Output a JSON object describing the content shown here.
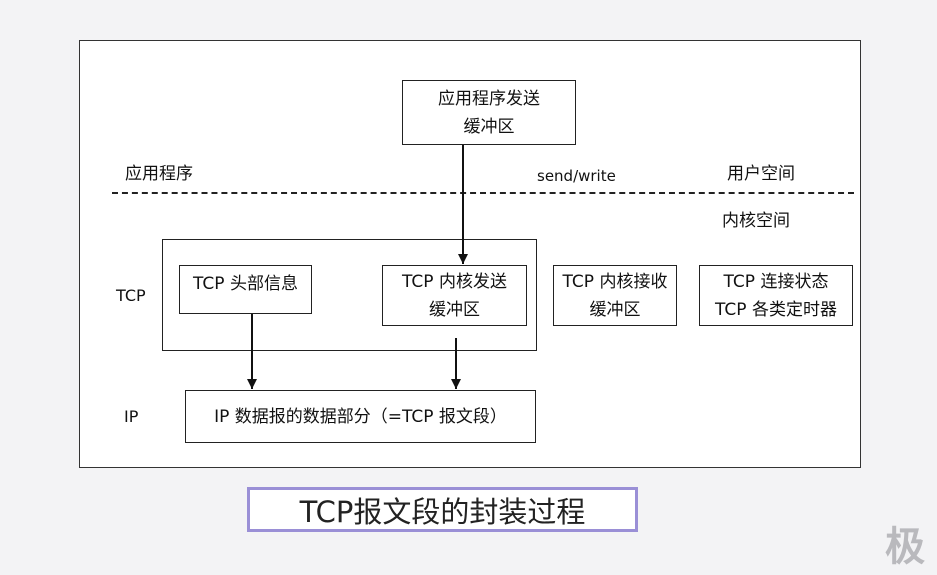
{
  "diagram": {
    "app_send_buffer": [
      "应用程序发送",
      "缓冲区"
    ],
    "label_app": "应用程序",
    "label_send_write": "send/write",
    "label_user_space": "用户空间",
    "label_kernel_space": "内核空间",
    "label_tcp": "TCP",
    "label_ip": "IP",
    "tcp_header": "TCP 头部信息",
    "tcp_send_buffer": [
      "TCP 内核发送",
      "缓冲区"
    ],
    "tcp_recv_buffer": [
      "TCP 内核接收",
      "缓冲区"
    ],
    "tcp_state": [
      "TCP 连接状态",
      "TCP 各类定时器"
    ],
    "ip_payload": "IP 数据报的数据部分（=TCP 报文段）"
  },
  "caption": "TCP报文段的封装过程",
  "watermark": "极"
}
